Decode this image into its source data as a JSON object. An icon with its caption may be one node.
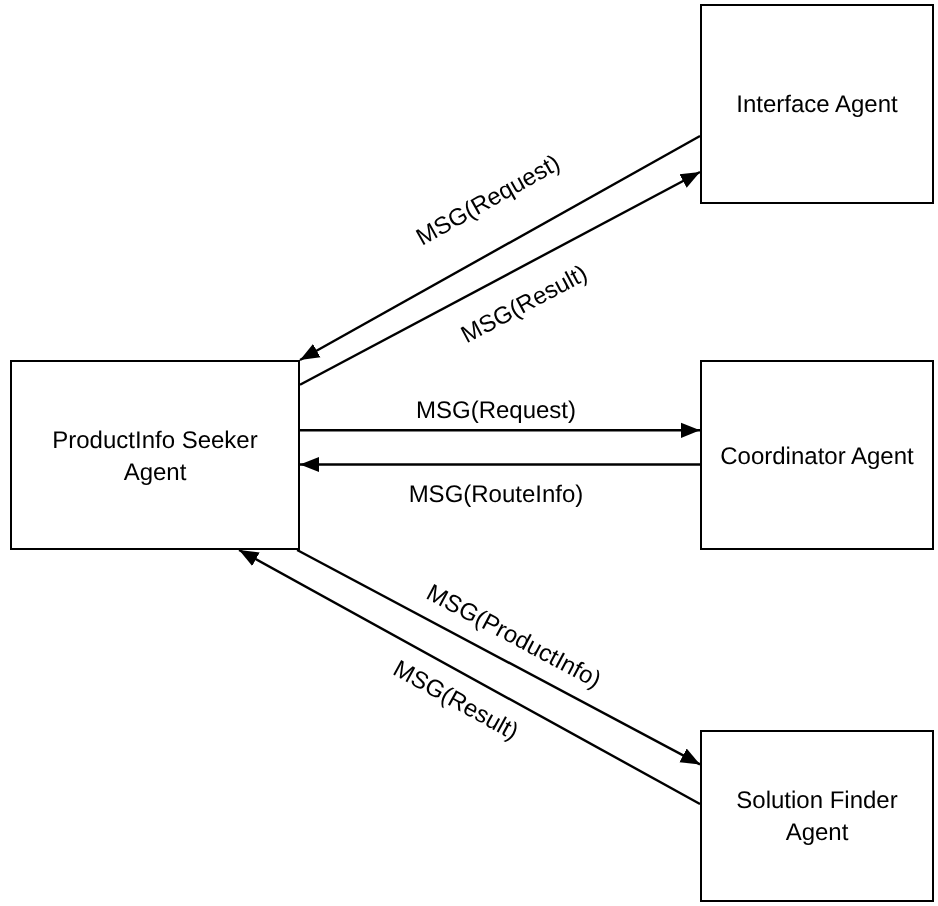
{
  "diagram": {
    "nodes": [
      {
        "text": [
          "Interface Agent"
        ]
      },
      {
        "text": [
          "ProductInfo Seeker Agent"
        ]
      },
      {
        "text": [
          "Coordinator Agent"
        ]
      },
      {
        "text": [
          "Solution Finder Agent"
        ]
      }
    ],
    "edges": [
      {
        "from": 0,
        "to": 1,
        "arrow": "to",
        "label": "MSG(Request)"
      },
      {
        "from": 1,
        "to": 0,
        "arrow": "to",
        "label": "MSG(Result)"
      },
      {
        "from": 1,
        "to": 2,
        "arrow": "to",
        "label": "MSG(Request)"
      },
      {
        "from": 2,
        "to": 1,
        "arrow": "to",
        "label": "MSG(RouteInfo)"
      },
      {
        "from": 1,
        "to": 3,
        "arrow": "to",
        "label": "MSG(ProductInfo)"
      },
      {
        "from": 3,
        "to": 1,
        "arrow": "to",
        "label": "MSG(Result)"
      }
    ]
  }
}
